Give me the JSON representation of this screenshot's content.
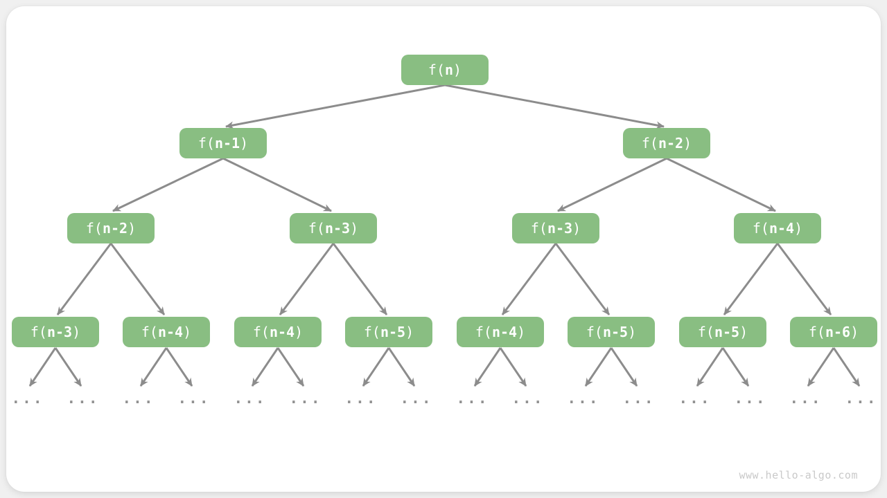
{
  "diagram_title": "recursion-tree-of-f(n)",
  "colors": {
    "background": "#f0f0f0",
    "panel": "#ffffff",
    "node_fill": "#89be82",
    "node_text": "#ffffff",
    "edge": "#8c8c8c",
    "ellipsis": "#919191",
    "watermark": "#c9c9c9"
  },
  "ellipsis": "...",
  "watermark": "www.hello-algo.com",
  "nodes": [
    {
      "open": "f(",
      "arg": "n",
      "close": ")"
    },
    {
      "open": "f(",
      "arg": "n-1",
      "close": ")"
    },
    {
      "open": "f(",
      "arg": "n-2",
      "close": ")"
    },
    {
      "open": "f(",
      "arg": "n-2",
      "close": ")"
    },
    {
      "open": "f(",
      "arg": "n-3",
      "close": ")"
    },
    {
      "open": "f(",
      "arg": "n-3",
      "close": ")"
    },
    {
      "open": "f(",
      "arg": "n-4",
      "close": ")"
    },
    {
      "open": "f(",
      "arg": "n-3",
      "close": ")"
    },
    {
      "open": "f(",
      "arg": "n-4",
      "close": ")"
    },
    {
      "open": "f(",
      "arg": "n-4",
      "close": ")"
    },
    {
      "open": "f(",
      "arg": "n-5",
      "close": ")"
    },
    {
      "open": "f(",
      "arg": "n-4",
      "close": ")"
    },
    {
      "open": "f(",
      "arg": "n-5",
      "close": ")"
    },
    {
      "open": "f(",
      "arg": "n-5",
      "close": ")"
    },
    {
      "open": "f(",
      "arg": "n-6",
      "close": ")"
    }
  ]
}
